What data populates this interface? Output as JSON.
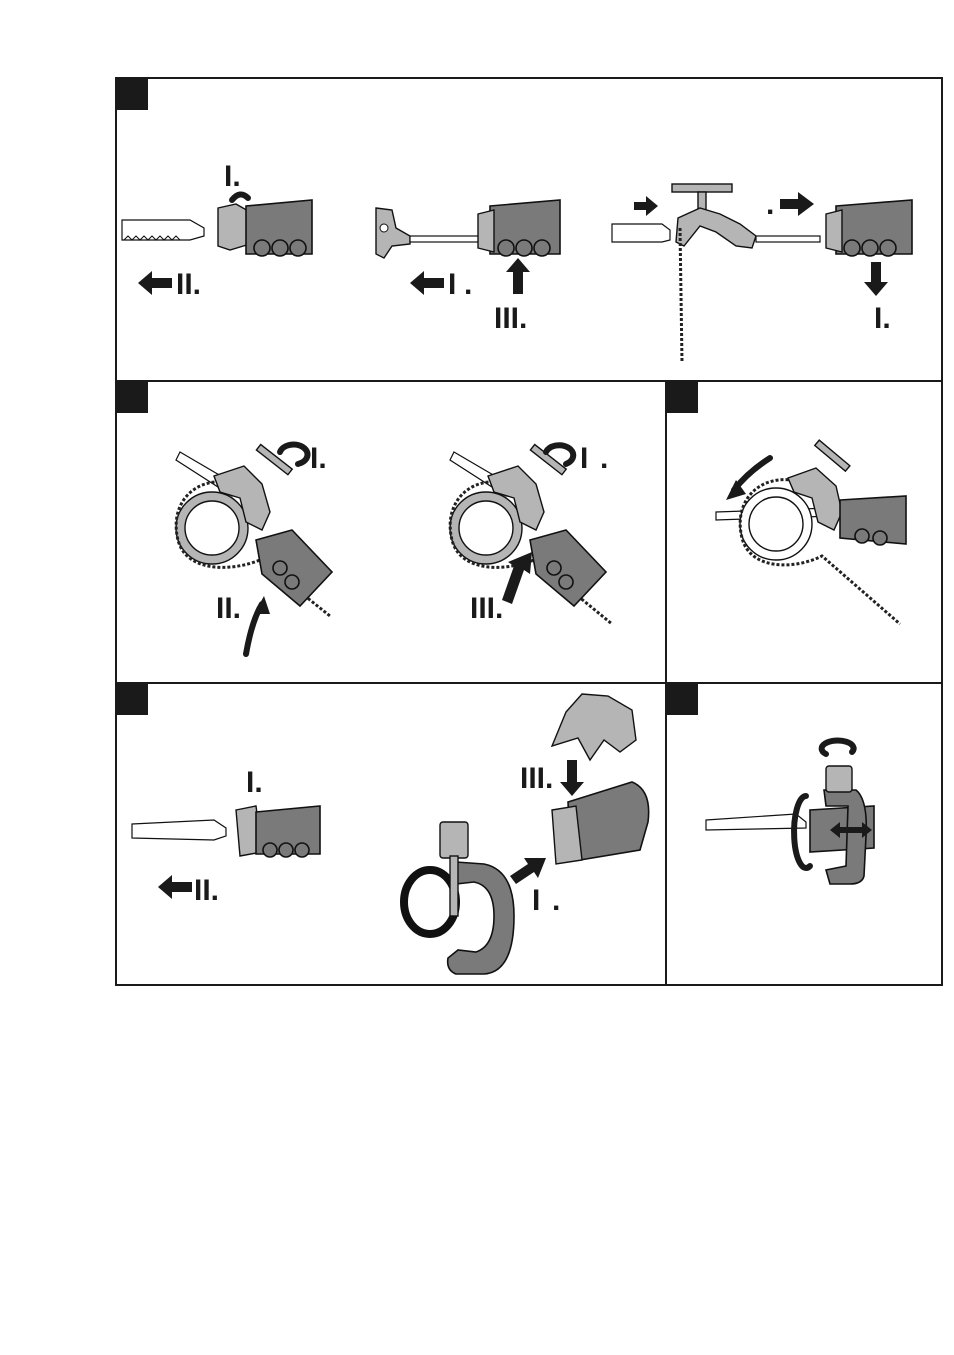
{
  "labels": {
    "p1_a_I": "I.",
    "p1_a_II": "II.",
    "p1_b_I": "I",
    "p1_b_dot": ".",
    "p1_b_III": "III.",
    "p1_c_dot": ".",
    "p1_c_I": "I.",
    "p2_a_I": "I.",
    "p2_a_II": "II.",
    "p2_b_I": "I",
    "p2_b_dot": ".",
    "p2_b_III": "III.",
    "p4_a_I": "I.",
    "p4_a_II": "II.",
    "p4_b_III": "III.",
    "p4_b_I": "I",
    "p4_b_dot": "."
  },
  "colors": {
    "line": "#1a1a1a",
    "tool_body": "#7a7a7a",
    "tool_light": "#b5b5b5",
    "background": "#ffffff"
  }
}
